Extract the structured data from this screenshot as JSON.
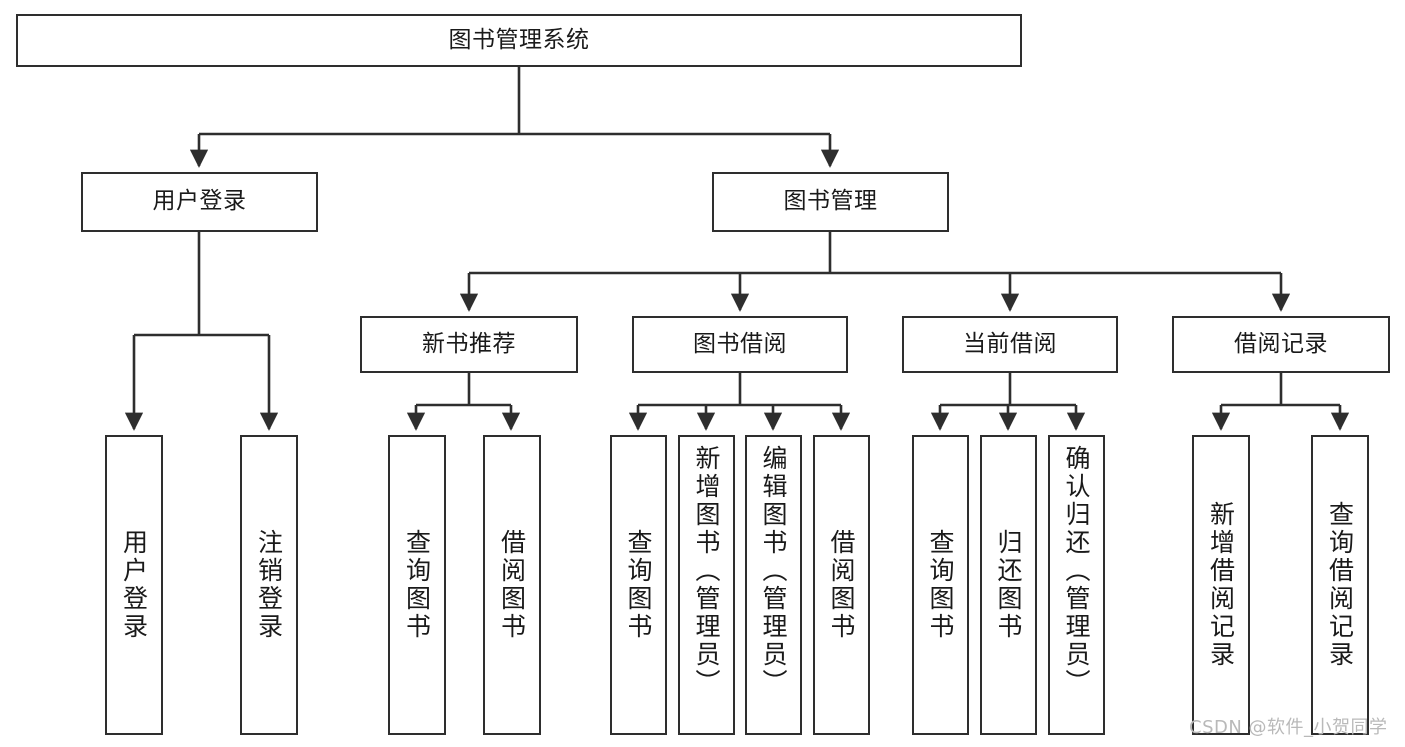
{
  "diagram": {
    "title": "图书管理系统",
    "type": "tree-hierarchy-diagram",
    "stroke_color": "#2e2e2e",
    "fill_color": "#ffffff",
    "text_color": "#1a1a1a",
    "watermark": "CSDN @软件_小贺同学"
  },
  "nodes": {
    "root": {
      "label": "图书管理系统"
    },
    "level2": [
      {
        "label": "用户登录"
      },
      {
        "label": "图书管理"
      }
    ],
    "level3": [
      {
        "label": "新书推荐"
      },
      {
        "label": "图书借阅"
      },
      {
        "label": "当前借阅"
      },
      {
        "label": "借阅记录"
      }
    ],
    "leaves_user_login": [
      {
        "label": "用户登录"
      },
      {
        "label": "注销登录"
      }
    ],
    "leaves_new_books": [
      {
        "label": "查询图书"
      },
      {
        "label": "借阅图书"
      }
    ],
    "leaves_borrow": [
      {
        "label": "查询图书"
      },
      {
        "label": "新增图书（管理员）"
      },
      {
        "label": "编辑图书（管理员）"
      },
      {
        "label": "借阅图书"
      }
    ],
    "leaves_current": [
      {
        "label": "查询图书"
      },
      {
        "label": "归还图书"
      },
      {
        "label": "确认归还（管理员）"
      }
    ],
    "leaves_records": [
      {
        "label": "新增借阅记录"
      },
      {
        "label": "查询借阅记录"
      }
    ]
  }
}
